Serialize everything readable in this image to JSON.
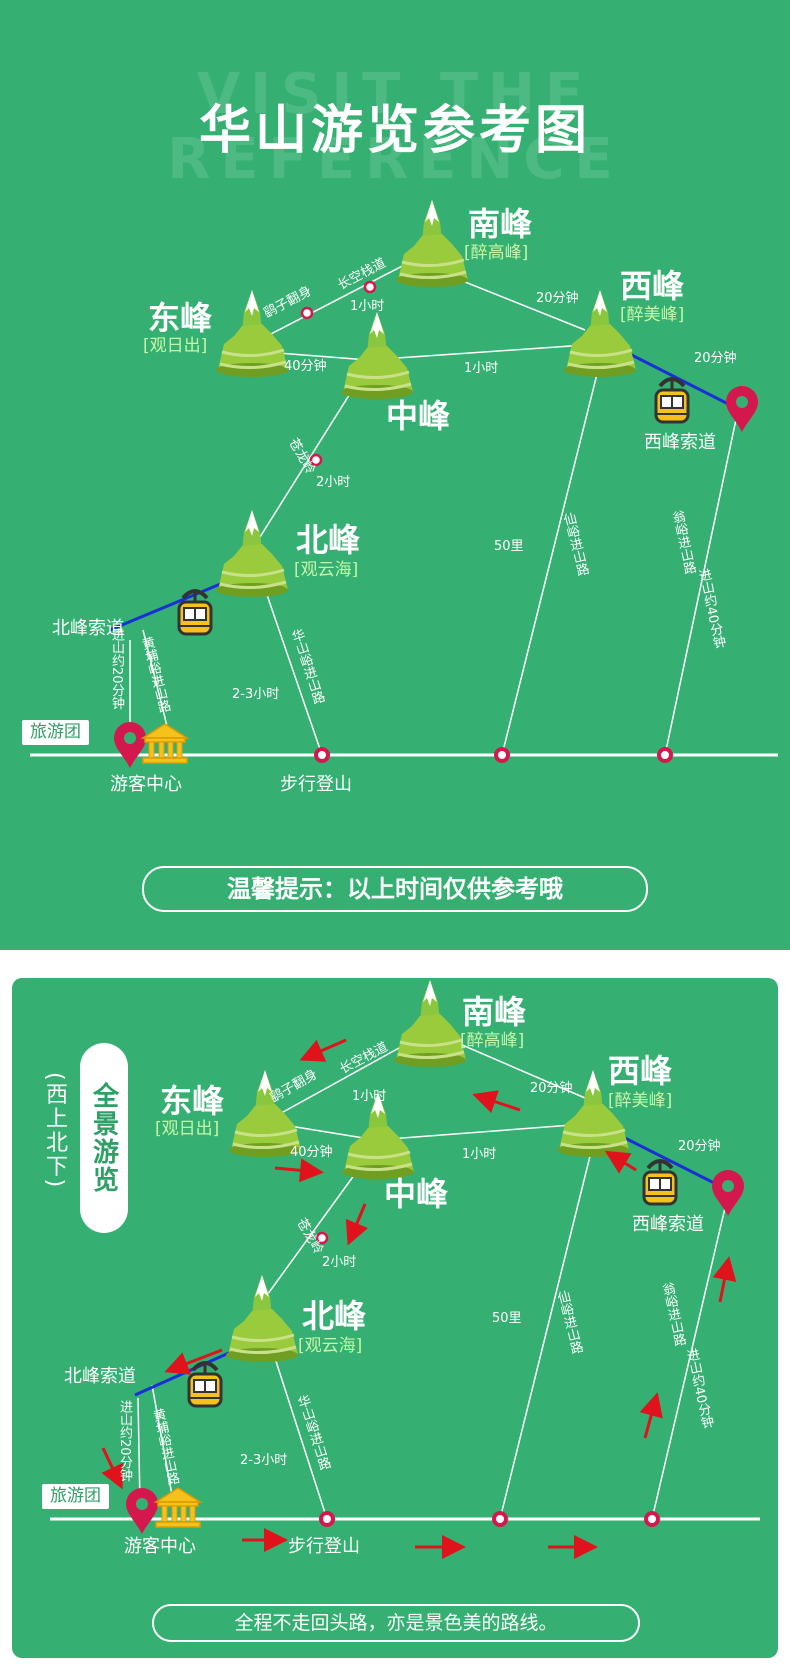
{
  "panel1": {
    "watermark": "VISIT THE REFERENCE",
    "title": "华山游览参考图",
    "peaks": {
      "south": {
        "name": "南峰",
        "alias": "[醉高峰]"
      },
      "west": {
        "name": "西峰",
        "alias": "[醉美峰]"
      },
      "east": {
        "name": "东峰",
        "alias": "[观日出]"
      },
      "middle": {
        "name": "中峰"
      },
      "north": {
        "name": "北峰",
        "alias": "[观云海]"
      }
    },
    "labels": {
      "yaozi": "鹞子翻身",
      "changkong": "长空栈道",
      "t_east_south": "1小时",
      "t_south_west": "20分钟",
      "t_east_mid": "40分钟",
      "t_mid_west": "1小时",
      "t_cable_west": "20分钟",
      "canglong": "苍龙岭",
      "t_north_mid": "2小时",
      "west_cable": "西峰索道",
      "north_cable": "北峰索道",
      "dist_50": "50里",
      "xianyu": "仙峪进山路",
      "wengyu": "翁峪进山路",
      "jinshan40": "进山约40分钟",
      "jinshan20": "进山约20分钟",
      "huangfu": "黄埔峪进山路",
      "huashan_road": "华山峪进山路",
      "t_walk": "2-3小时",
      "tour_group": "旅游团",
      "visitor_center": "游客中心",
      "hiking": "步行登山"
    },
    "tip": "温馨提示：以上时间仅供参考哦"
  },
  "panel2": {
    "side_pill": "全景游览",
    "side_text": "(西上北下)",
    "footer": "全程不走回头路，亦是景色美的路线。"
  },
  "colors": {
    "green_bg": "#35b072",
    "line": "#ffffff",
    "cable": "#1a2fd6",
    "marker": "#d4184d",
    "arrow": "#e0121b",
    "alias": "#c6f7a6",
    "mountain": "#8bc63f"
  },
  "icons": [
    "mountain-icon",
    "cable-car-icon",
    "location-pin-icon",
    "visitor-center-icon",
    "route-arrow-icon"
  ]
}
